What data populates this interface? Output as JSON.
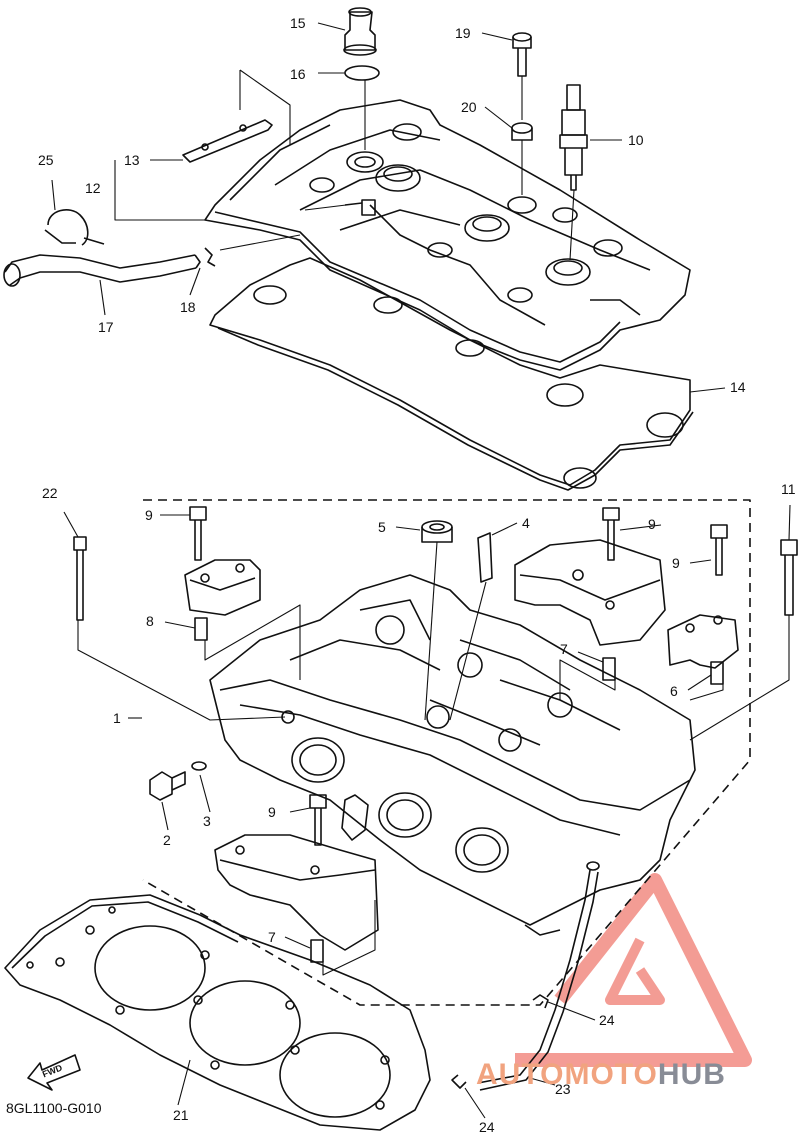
{
  "diagram_code": "8GL1100-G010",
  "fwd_label": "FWD",
  "watermark": {
    "part1": "AUTOMOTO",
    "part2": "HUB",
    "color1": "#f1a37f",
    "color2": "#888c96",
    "logo_color": "#f28b82"
  },
  "callouts": [
    "15",
    "19",
    "16",
    "20",
    "10",
    "13",
    "25",
    "12",
    "18",
    "17",
    "14",
    "22",
    "11",
    "9",
    "5",
    "4",
    "9",
    "9",
    "8",
    "7",
    "6",
    "1",
    "3",
    "2",
    "9",
    "7",
    "24",
    "23",
    "24",
    "21"
  ]
}
